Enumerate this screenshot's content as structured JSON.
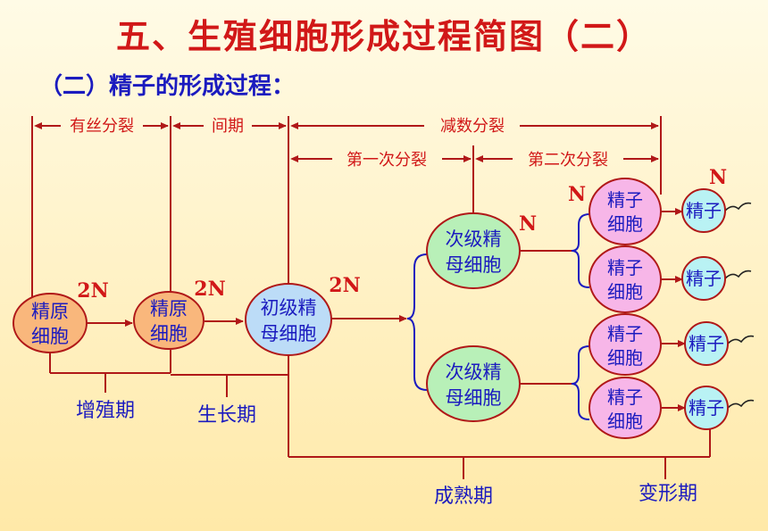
{
  "title": "五、生殖细胞形成过程简图（二）",
  "subtitle": "（二）精子的形成过程：",
  "phases_top": {
    "mitosis": "有丝分裂",
    "interphase": "间期",
    "meiosis": "减数分裂",
    "meiosis_1": "第一次分裂",
    "meiosis_2": "第二次分裂"
  },
  "ploidy": {
    "n2_a": "2N",
    "n2_b": "2N",
    "n2_c": "2N",
    "n_a": "N",
    "n_b": "N",
    "n_c": "N"
  },
  "cells": {
    "spermatogonium_1": [
      "精原",
      "细胞"
    ],
    "spermatogonium_2": [
      "精原",
      "细胞"
    ],
    "primary": [
      "初级精",
      "母细胞"
    ],
    "secondary_1": [
      "次级精",
      "母细胞"
    ],
    "secondary_2": [
      "次级精",
      "母细胞"
    ],
    "spermatid": [
      "精子",
      "细胞"
    ],
    "sperm": "精子"
  },
  "phases_bottom": {
    "proliferation": "增殖期",
    "growth": "生长期",
    "maturation": "成熟期",
    "transformation": "变形期"
  },
  "colors": {
    "line": "#b01818",
    "spermatogonium": "#f9b77c",
    "primary": "#bcdcf7",
    "secondary": "#b8f0b8",
    "spermatid": "#f7b6e8",
    "sperm": "#b9f2f4"
  }
}
